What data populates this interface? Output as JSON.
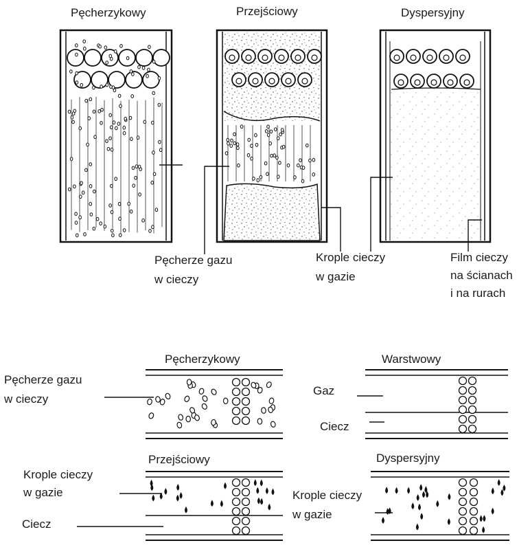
{
  "vertical": {
    "titles": {
      "bubbly": "Pęcherzykowy",
      "transitional": "Przejściowy",
      "dispersed": "Dyspersyjny"
    },
    "labels": {
      "gas_bubbles": [
        "Pęcherze gazu",
        "w cieczy"
      ],
      "liquid_drops": [
        "Krople cieczy",
        "w gazie"
      ],
      "liquid_film": [
        "Film cieczy",
        "na ścianach",
        "i na rurach"
      ]
    }
  },
  "horizontal": {
    "titles": {
      "bubbly": "Pęcherzykowy",
      "stratified": "Warstwowy",
      "transitional": "Przejściowy",
      "dispersed": "Dyspersyjny"
    },
    "labels": {
      "gas_bubbles": [
        "Pęcherze gazu",
        "w cieczy"
      ],
      "gas": "Gaz",
      "liquid": "Ciecz",
      "liquid_drops_left": [
        "Krople cieczy",
        "w gazie"
      ],
      "liquid_bottom": "Ciecz",
      "liquid_drops_right": [
        "Krople cieczy",
        "w gazie"
      ]
    }
  },
  "colors": {
    "ink": "#111111",
    "background": "#ffffff"
  }
}
